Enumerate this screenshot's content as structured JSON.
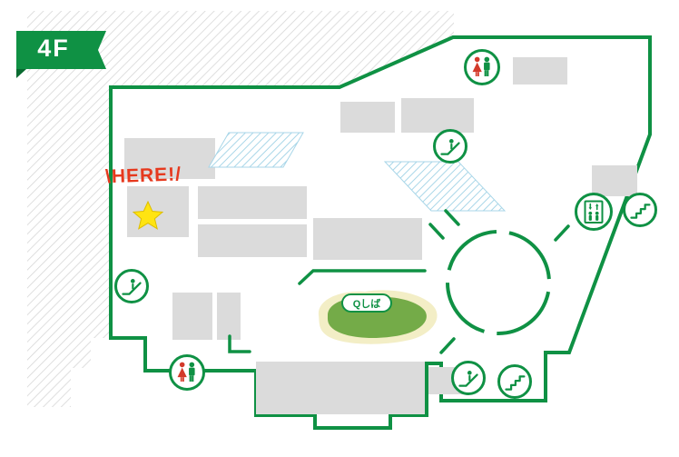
{
  "banner": {
    "label": "4F"
  },
  "markers": {
    "here": "\\HERE!/",
    "lawn": "Qしば"
  },
  "icons": [
    {
      "name": "restroom-icon"
    },
    {
      "name": "escalator-icon"
    },
    {
      "name": "stairs-icon"
    },
    {
      "name": "elevator-icon"
    },
    {
      "name": "here-star-icon"
    }
  ],
  "colors": {
    "map-green": "#0f9144",
    "banner-green": "#0f9144",
    "banner-fold": "#0a6b31",
    "store-gray": "#dbdbdb",
    "hatch-gray": "#d4d4d4",
    "blue-hatch": "#a8d6e8",
    "lawn-green": "#74ab48",
    "lawn-sand": "#f3eec6",
    "here-red": "#e6391e",
    "star-yellow": "#ffe412",
    "star-border": "#ddbe00",
    "restroom-red": "#d33a2a"
  }
}
